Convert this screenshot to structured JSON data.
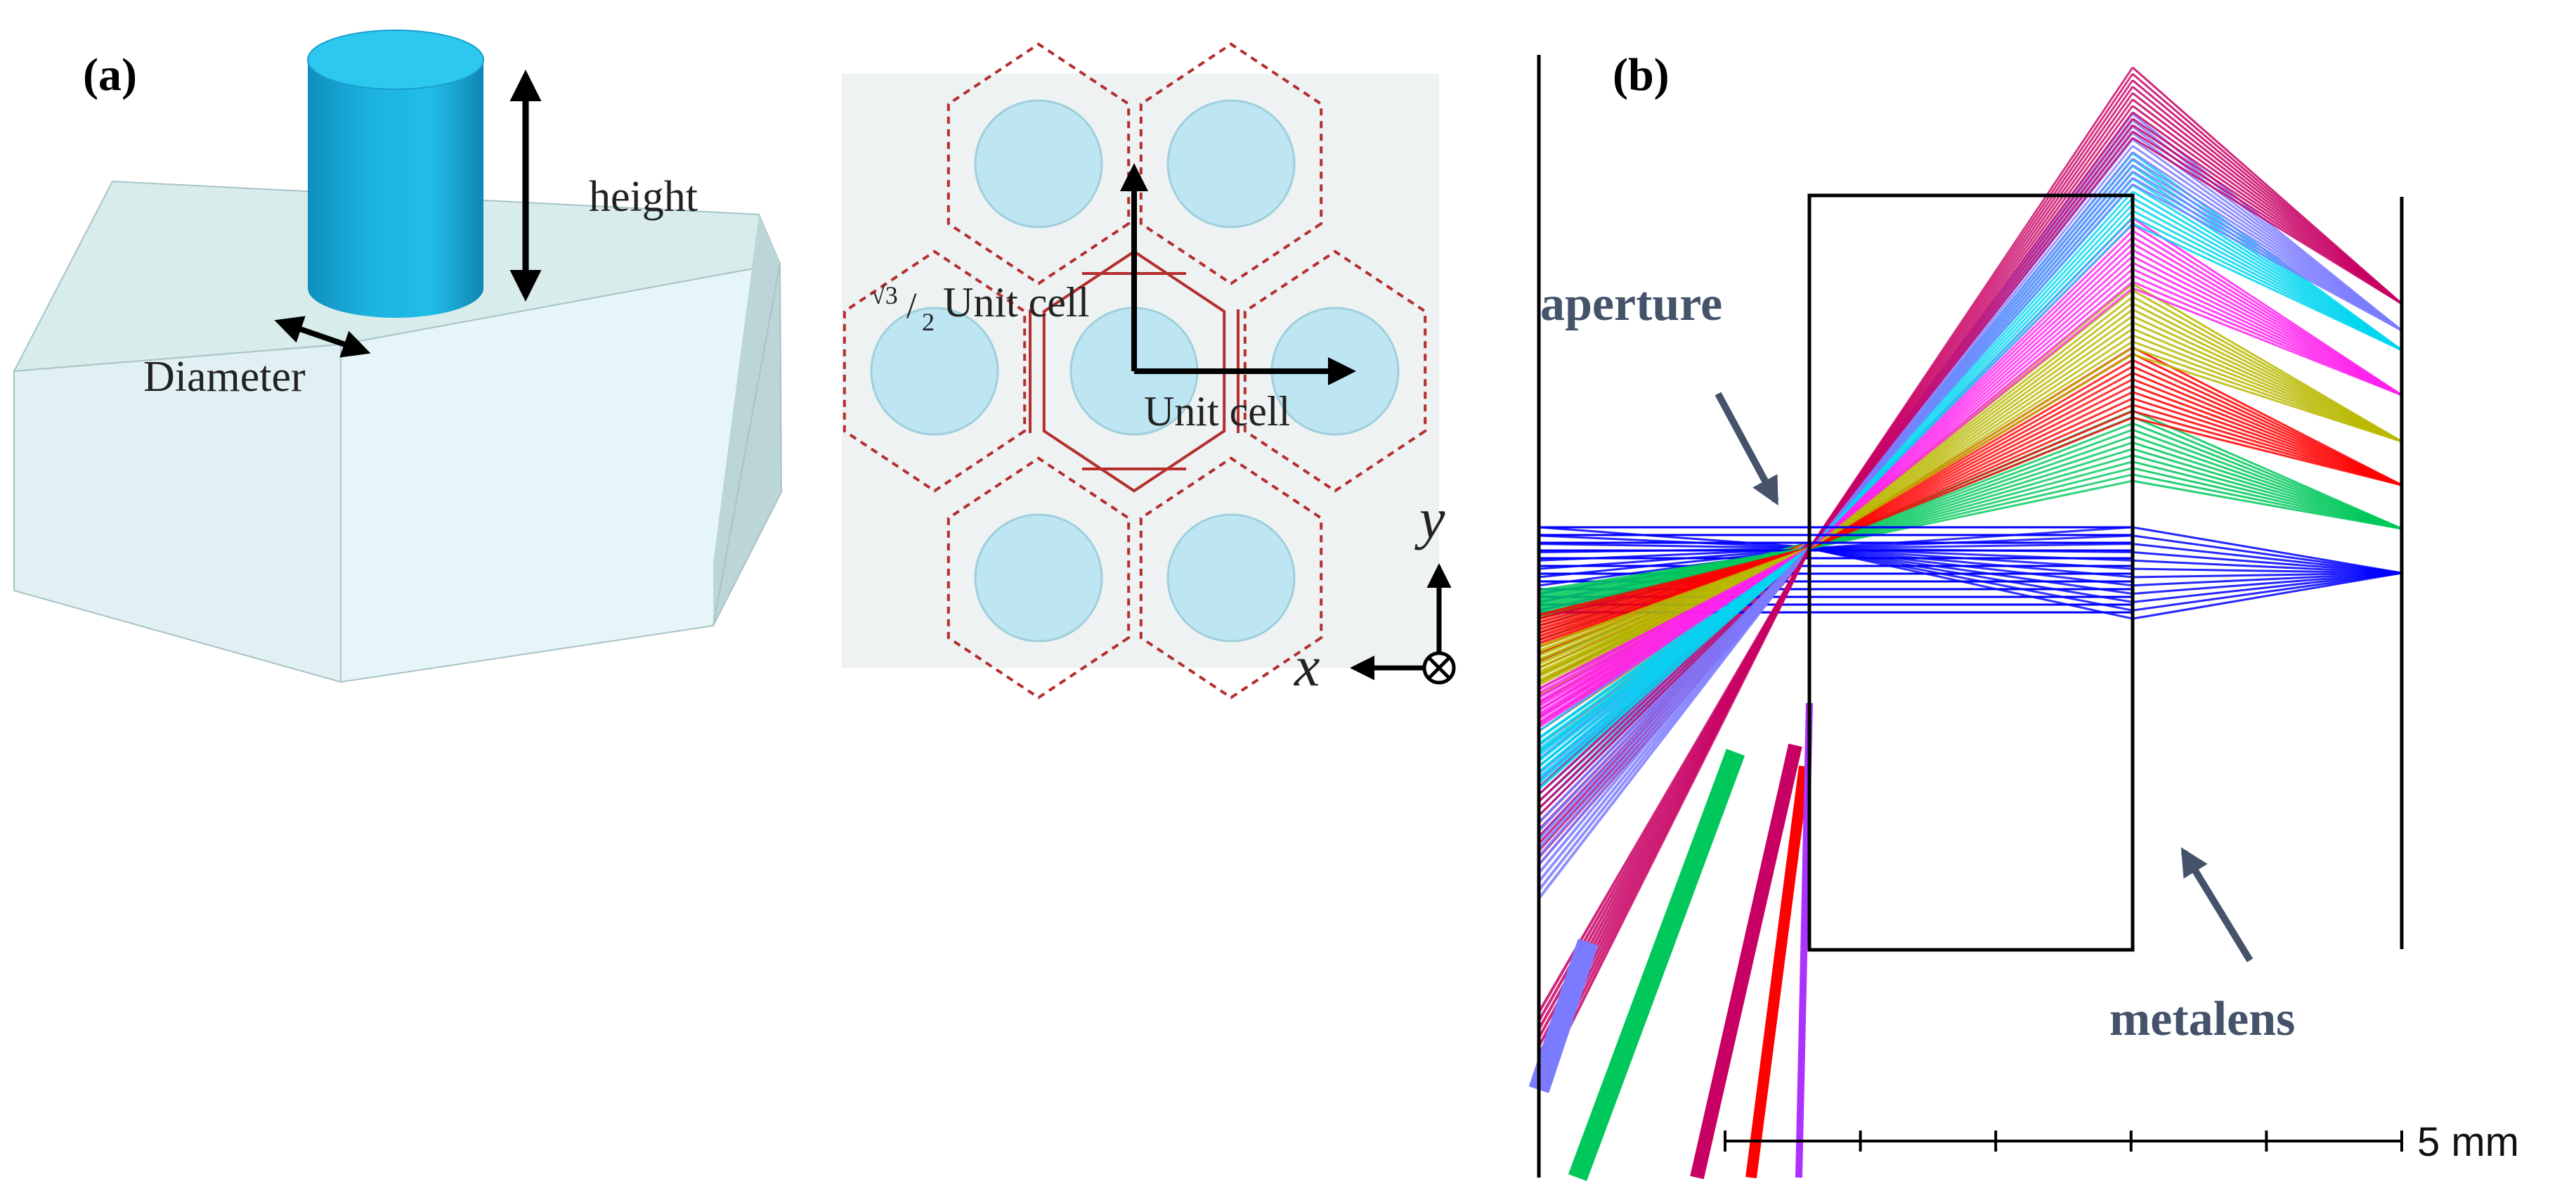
{
  "panel_a": {
    "label": "(a)",
    "height_label": "height",
    "diameter_label": "Diameter",
    "sqrt_num": "√3",
    "sqrt_den": "2",
    "unit_cell_vertical": "Unit cell",
    "unit_cell_horizontal": "Unit cell",
    "axis_y": "y",
    "axis_x": "x",
    "colors": {
      "pillar": "#17a7d6",
      "pillar_top": "#23c4ee",
      "substrate_top": "#d8ecec",
      "substrate_front": "#e4f4f6",
      "substrate_side": "#bcd6d7",
      "hex_border": "#b52e2e",
      "hole": "#bde6f2",
      "lattice_bg": "#eef2f2"
    }
  },
  "panel_b": {
    "label": "(b)",
    "aperture_label": "aperture",
    "metalens_label": "metalens",
    "scale_label": "5 mm",
    "colors": {
      "annotation": "#44526a",
      "ray_fields": [
        "#0000ff",
        "#00c85a",
        "#ff0000",
        "#b8b800",
        "#ff22ee",
        "#00d6f0",
        "#7b7bff",
        "#c80064"
      ]
    }
  }
}
